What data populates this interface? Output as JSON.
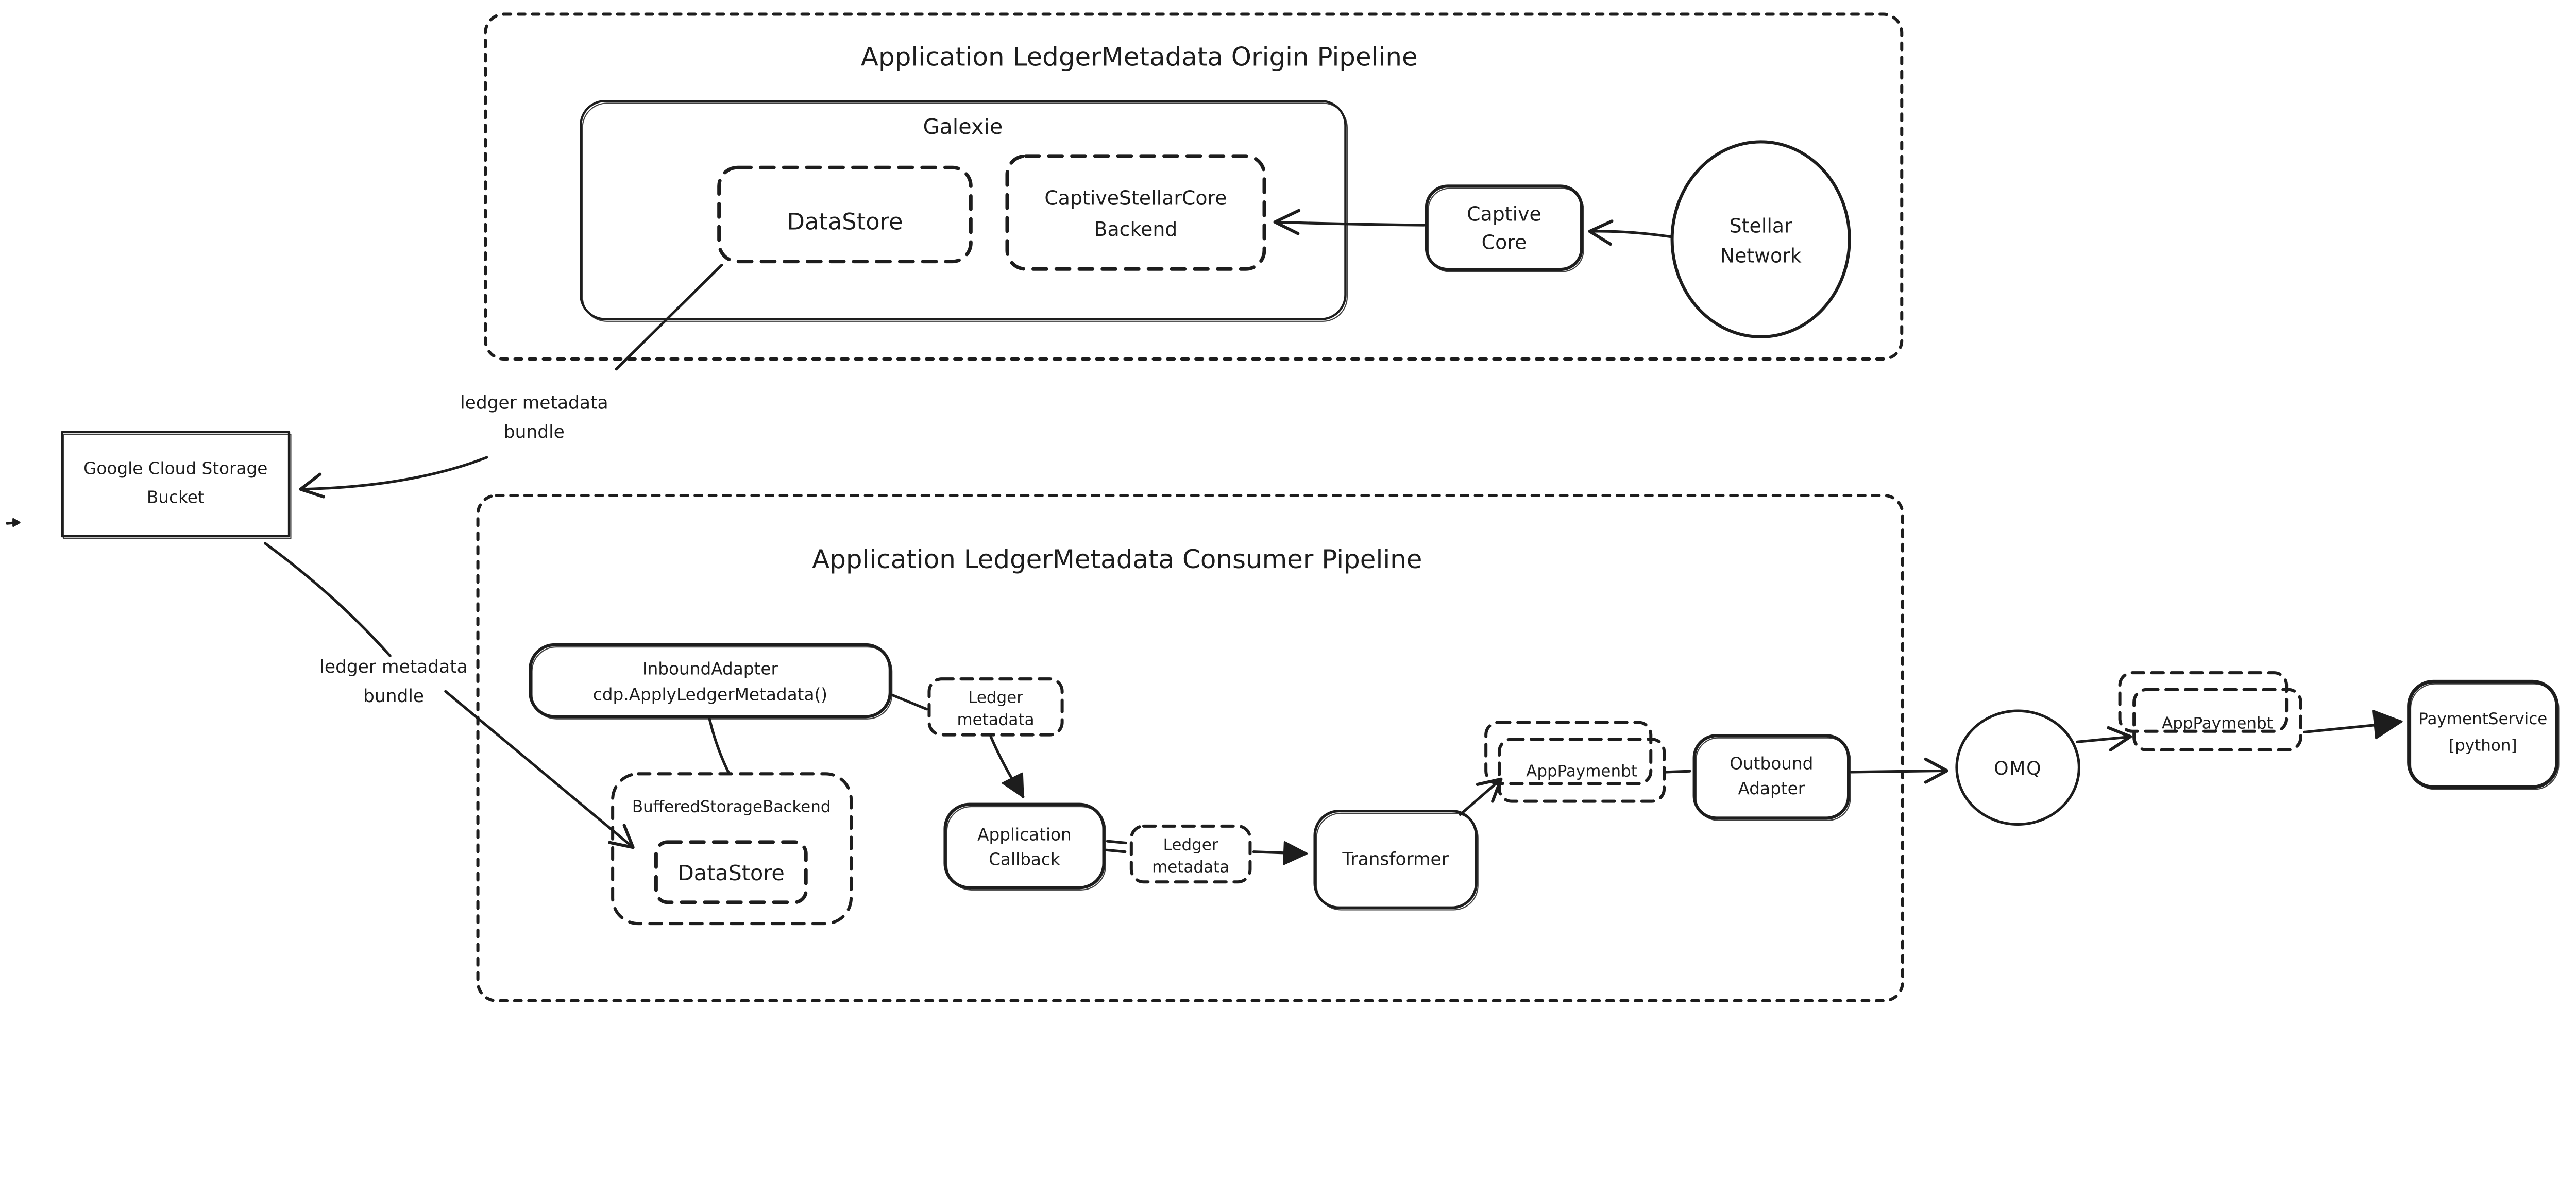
{
  "colors": {
    "ink": "#1d1d1d",
    "background": "#ffffff"
  },
  "origin": {
    "title": "Application LedgerMetadata Origin Pipeline",
    "galexie_label": "Galexie",
    "datastore_label": "DataStore",
    "backend_line1": "CaptiveStellarCore",
    "backend_line2": "Backend",
    "captive_core_line1": "Captive",
    "captive_core_line2": "Core",
    "stellar_line1": "Stellar",
    "stellar_line2": "Network"
  },
  "gcs": {
    "line1": "Google Cloud Storage",
    "line2": "Bucket"
  },
  "bundle_top": {
    "line1": "ledger metadata",
    "line2": "bundle"
  },
  "bundle_bottom": {
    "line1": "ledger metadata",
    "line2": "bundle"
  },
  "consumer": {
    "title": "Application LedgerMetadata Consumer Pipeline",
    "inbound_line1": "InboundAdapter",
    "inbound_line2": "cdp.ApplyLedgerMetadata()",
    "ledger1_line1": "Ledger",
    "ledger1_line2": "metadata",
    "bsb_label": "BufferedStorageBackend",
    "datastore_label": "DataStore",
    "callback_line1": "Application",
    "callback_line2": "Callback",
    "ledger2_line1": "Ledger",
    "ledger2_line2": "metadata",
    "transformer_label": "Transformer",
    "apppay_left_label": "AppPaymenbt",
    "outbound_line1": "Outbound",
    "outbound_line2": "Adapter",
    "omq_label": "OMQ",
    "apppay_right_label": "AppPaymenbt",
    "payment_line1": "PaymentService",
    "payment_line2": "[python]"
  }
}
